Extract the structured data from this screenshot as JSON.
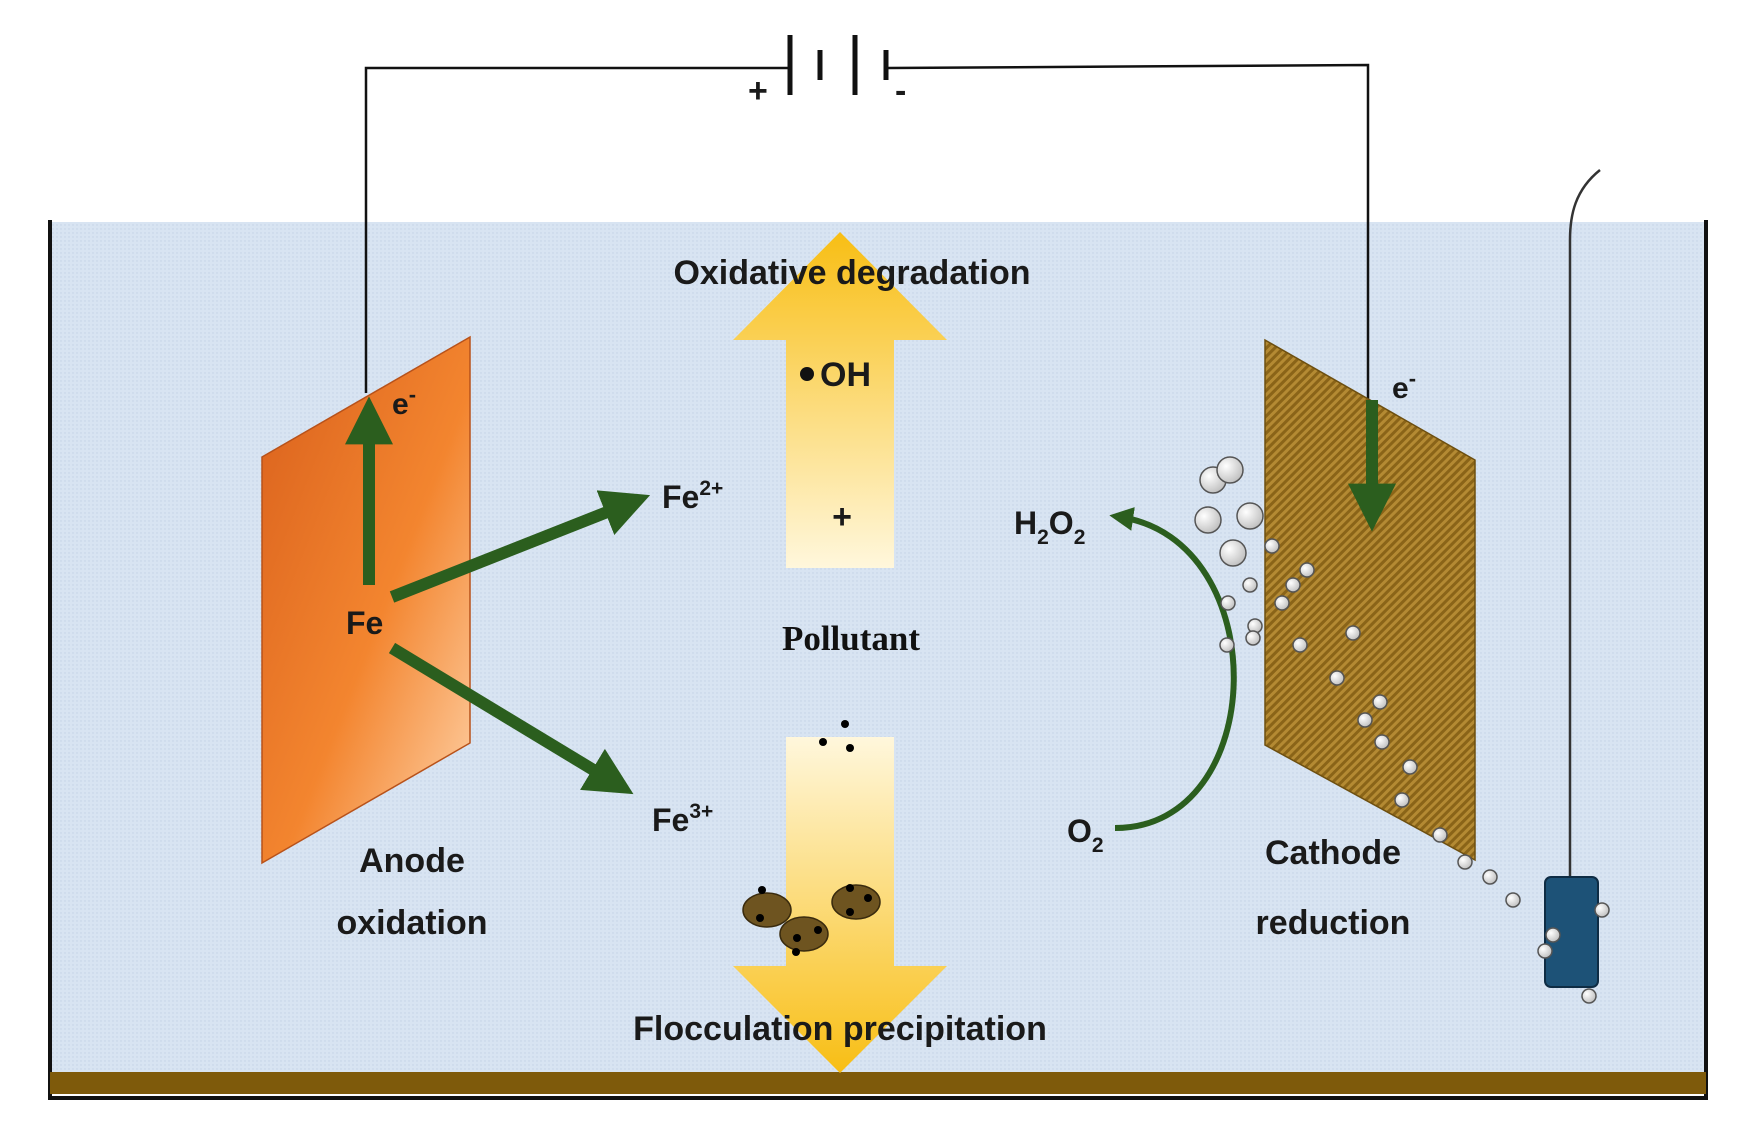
{
  "battery": {
    "plus": "+",
    "minus": "-"
  },
  "labels": {
    "oxidative_degradation": "Oxidative degradation",
    "oh_radical": "OH",
    "plus_sign": "+",
    "pollutant": "Pollutant",
    "flocculation": "Flocculation precipitation",
    "fe": "Fe",
    "fe2": {
      "base": "Fe",
      "sup": "2+"
    },
    "fe3": {
      "base": "Fe",
      "sup": "3+"
    },
    "anode_e": {
      "base": "e",
      "sup": "-"
    },
    "cathode_e": {
      "base": "e",
      "sup": "-"
    },
    "h2o2": {
      "h": "H",
      "s1": "2",
      "o": "O",
      "s2": "2"
    },
    "o2": {
      "o": "O",
      "sub": "2"
    },
    "anode_line1": "Anode",
    "anode_line2": "oxidation",
    "cathode_line1": "Cathode",
    "cathode_line2": "reduction"
  },
  "colors": {
    "water": "#d6e3f1",
    "anode": "#f07a2a",
    "cathode": "#a07a2a",
    "arrow_green": "#2b5e1e",
    "yellow": "#f8c21a",
    "tank_floor": "#7e5a0b",
    "probe": "#1d5277"
  }
}
